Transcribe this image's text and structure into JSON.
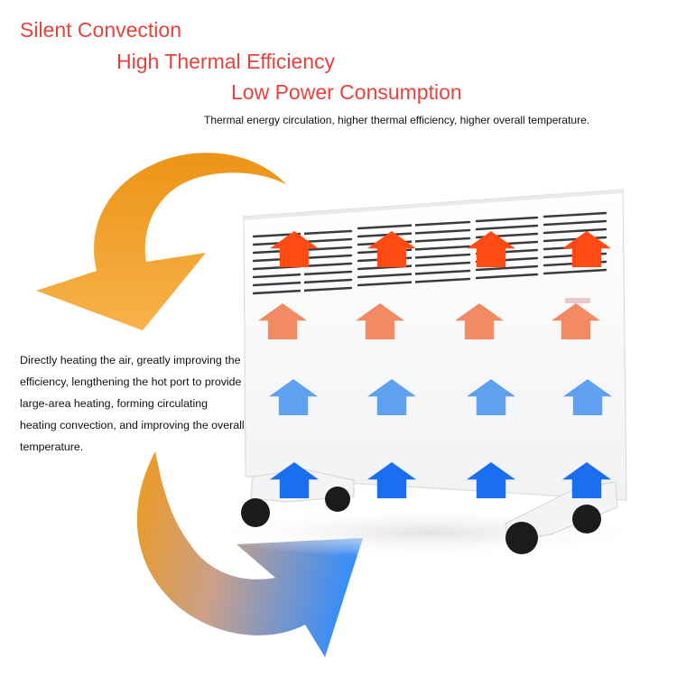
{
  "headlines": {
    "silent": "Silent Convection",
    "efficiency": "High Thermal Efficiency",
    "power": "Low Power Consumption"
  },
  "subheadline": "Thermal energy circulation, higher thermal efficiency, higher overall temperature.",
  "description": "Directly heating the air, greatly improving the efficiency, lengthening the hot port to provide large-area heating, forming circulating heating convection, and improving the overall temperature.",
  "colors": {
    "headline": "#e8423c",
    "hot": "#ff4a14",
    "warm": "#f28a64",
    "cool": "#5fa0f0",
    "cold": "#1a6ef0",
    "orange_arrow": "#f0a21c",
    "blue_arrow": "#3f8ef2"
  },
  "icons": {
    "top_arrow": "curved-arrow-orange-icon",
    "bottom_arrow": "curved-arrow-orange-blue-icon",
    "heat_arrows": "house-arrow-icon"
  }
}
